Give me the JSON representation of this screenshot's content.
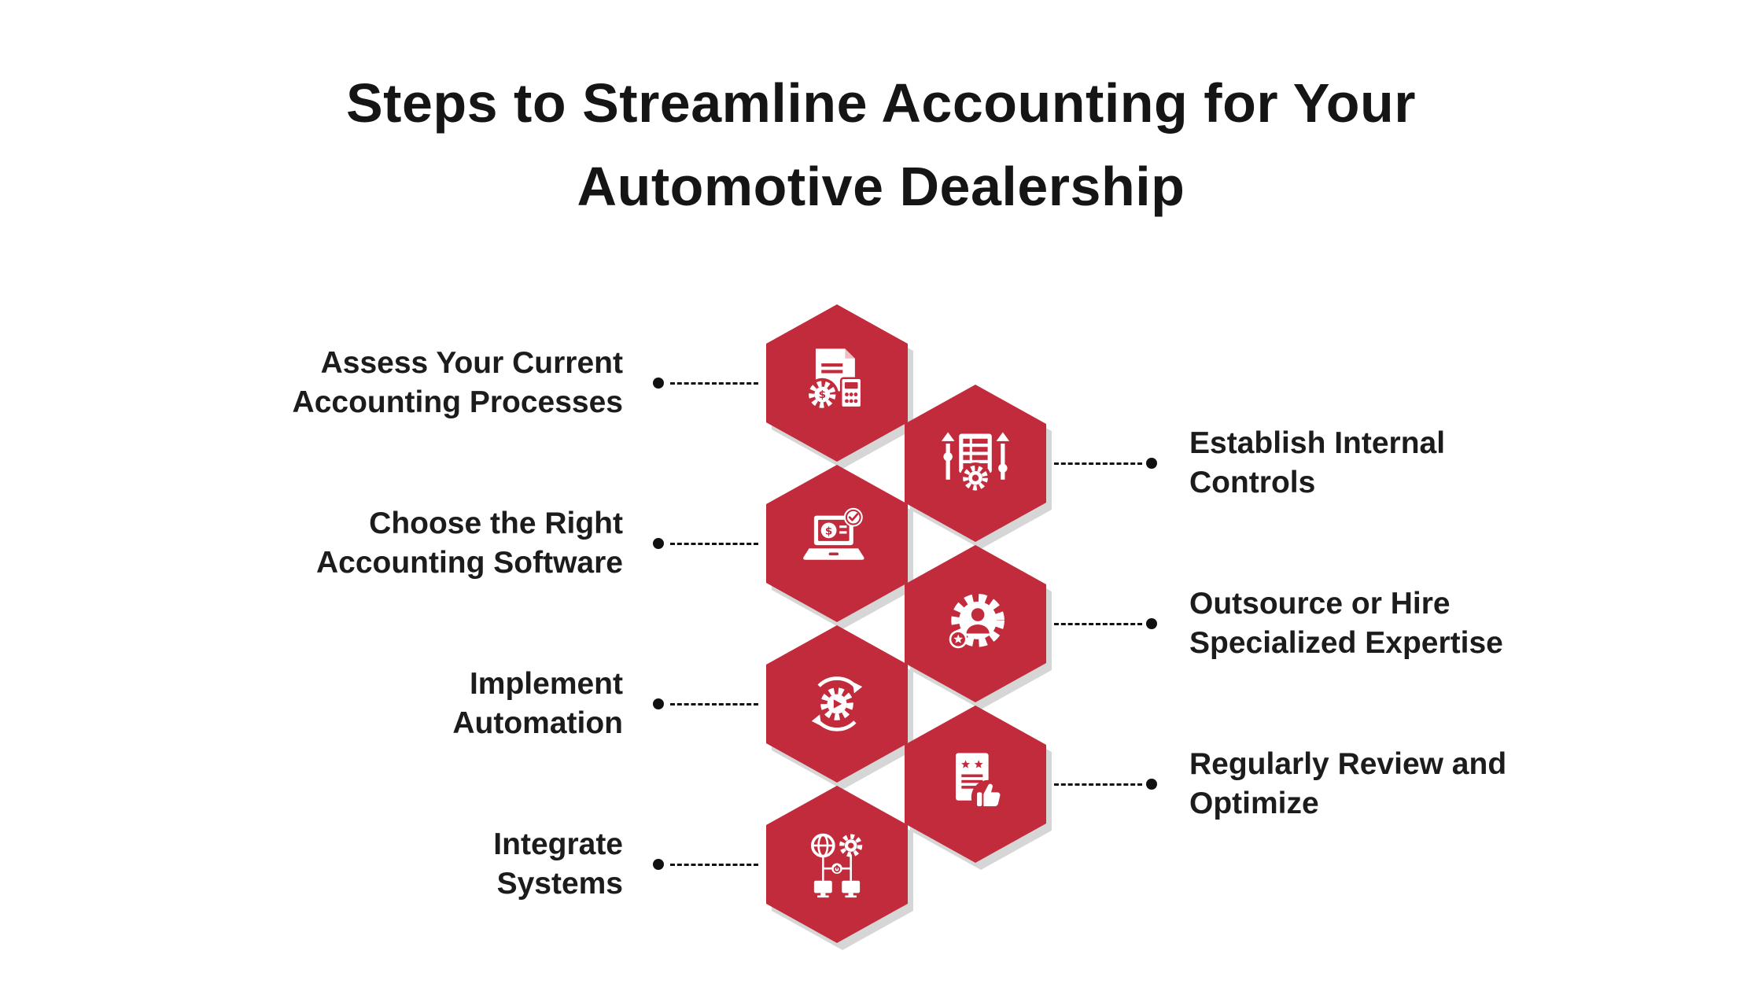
{
  "title": {
    "line1": "Steps to Streamline Accounting for Your",
    "line2": "Automotive Dealership"
  },
  "colors": {
    "bg": "#FFFFFF",
    "hexagon": "#C12B3B",
    "shadow": "#D6D6D6",
    "text": "#1C1C1C",
    "connector": "#111111",
    "icon": "#FFFFFF"
  },
  "steps": [
    {
      "order": 1,
      "side": "left",
      "label_line1": "Assess Your Current",
      "label_line2": "Accounting Processes",
      "icon": "document-gear-calculator-icon"
    },
    {
      "order": 2,
      "side": "right",
      "label_line1": "Establish Internal",
      "label_line2": "Controls",
      "icon": "audit-list-gear-controls-icon"
    },
    {
      "order": 3,
      "side": "left",
      "label_line1": "Choose the Right",
      "label_line2": "Accounting Software",
      "icon": "laptop-dollar-checkmark-icon"
    },
    {
      "order": 4,
      "side": "right",
      "label_line1": "Outsource or Hire",
      "label_line2": "Specialized Expertise",
      "icon": "gear-person-star-icon"
    },
    {
      "order": 5,
      "side": "left",
      "label_line1": "Implement",
      "label_line2": "Automation",
      "icon": "gear-play-sync-arrows-icon"
    },
    {
      "order": 6,
      "side": "right",
      "label_line1": "Regularly Review and",
      "label_line2": "Optimize",
      "icon": "document-stars-thumbs-up-icon"
    },
    {
      "order": 7,
      "side": "left",
      "label_line1": "Integrate",
      "label_line2": "Systems",
      "icon": "globe-gear-network-icon"
    }
  ]
}
